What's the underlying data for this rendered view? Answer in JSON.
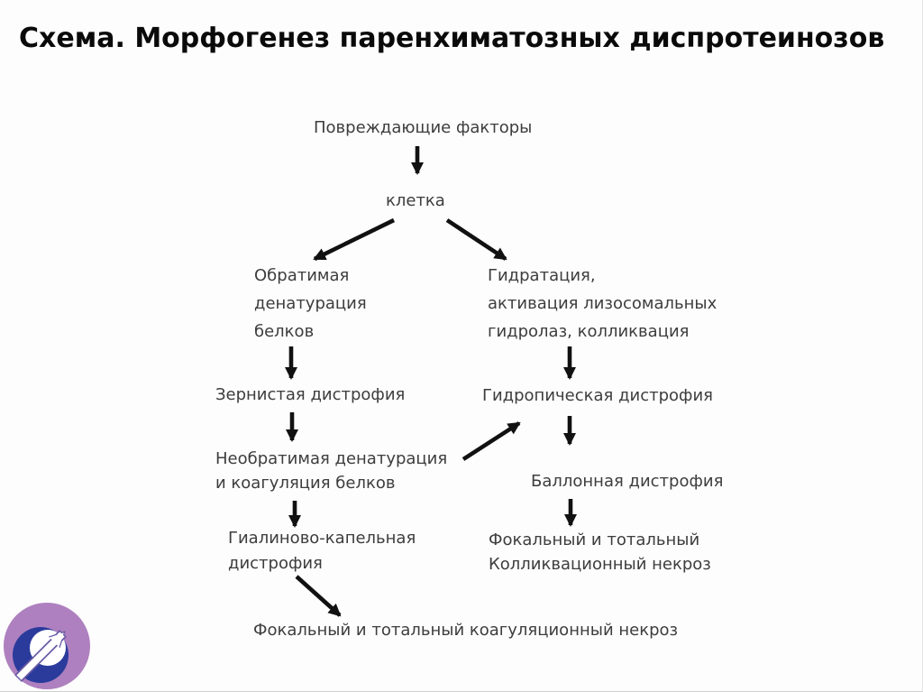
{
  "slide": {
    "title": "Схема. Морфогенез паренхиматозных диспротеинозов"
  },
  "diagram": {
    "nodes": {
      "damaging_factors": {
        "label": "Повреждающие факторы"
      },
      "cell": {
        "label": "клетка"
      },
      "reversible_denaturation": {
        "lines": [
          "Обратимая",
          "денатурация",
          "белков"
        ]
      },
      "hydration": {
        "lines": [
          "Гидратация,",
          "активация лизосомальных",
          "гидролаз, колликвация"
        ]
      },
      "granular_dystrophy": {
        "label": "Зернистая дистрофия"
      },
      "hydropic_dystrophy": {
        "label": "Гидропическая дистрофия"
      },
      "irreversible_denaturation": {
        "lines": [
          "Необратимая денатурация",
          "и коагуляция белков"
        ]
      },
      "balloon_dystrophy": {
        "label": "Баллонная дистрофия"
      },
      "hyaline_droplet_dystrophy": {
        "lines": [
          "Гиалиново-капельная",
          "дистрофия"
        ]
      },
      "focal_total_colliquative_necrosis": {
        "lines": [
          "Фокальный и тотальный",
          "Колликвационный некроз"
        ]
      },
      "focal_total_coagulative_necrosis": {
        "label": "Фокальный и тотальный коагуляционный некроз"
      }
    },
    "edges": [
      {
        "from": "damaging_factors",
        "to": "cell"
      },
      {
        "from": "cell",
        "to": "reversible_denaturation"
      },
      {
        "from": "cell",
        "to": "hydration"
      },
      {
        "from": "reversible_denaturation",
        "to": "granular_dystrophy"
      },
      {
        "from": "hydration",
        "to": "hydropic_dystrophy"
      },
      {
        "from": "granular_dystrophy",
        "to": "irreversible_denaturation"
      },
      {
        "from": "hydropic_dystrophy",
        "to": "balloon_dystrophy"
      },
      {
        "from": "irreversible_denaturation",
        "to": "hydropic_dystrophy"
      },
      {
        "from": "balloon_dystrophy",
        "to": "focal_total_colliquative_necrosis"
      },
      {
        "from": "irreversible_denaturation",
        "to": "hyaline_droplet_dystrophy"
      },
      {
        "from": "hyaline_droplet_dystrophy",
        "to": "focal_total_coagulative_necrosis"
      }
    ]
  },
  "colors": {
    "title_text": "#0a0a0a",
    "diagram_text": "#3d3d3d",
    "arrow": "#111111",
    "logo_purple": "#ae80bf",
    "logo_blue": "#2b3b9c",
    "logo_arrow_outline": "#6a5ba6",
    "slide_border": "#cfcfcf",
    "background": "#fdfdfd"
  }
}
